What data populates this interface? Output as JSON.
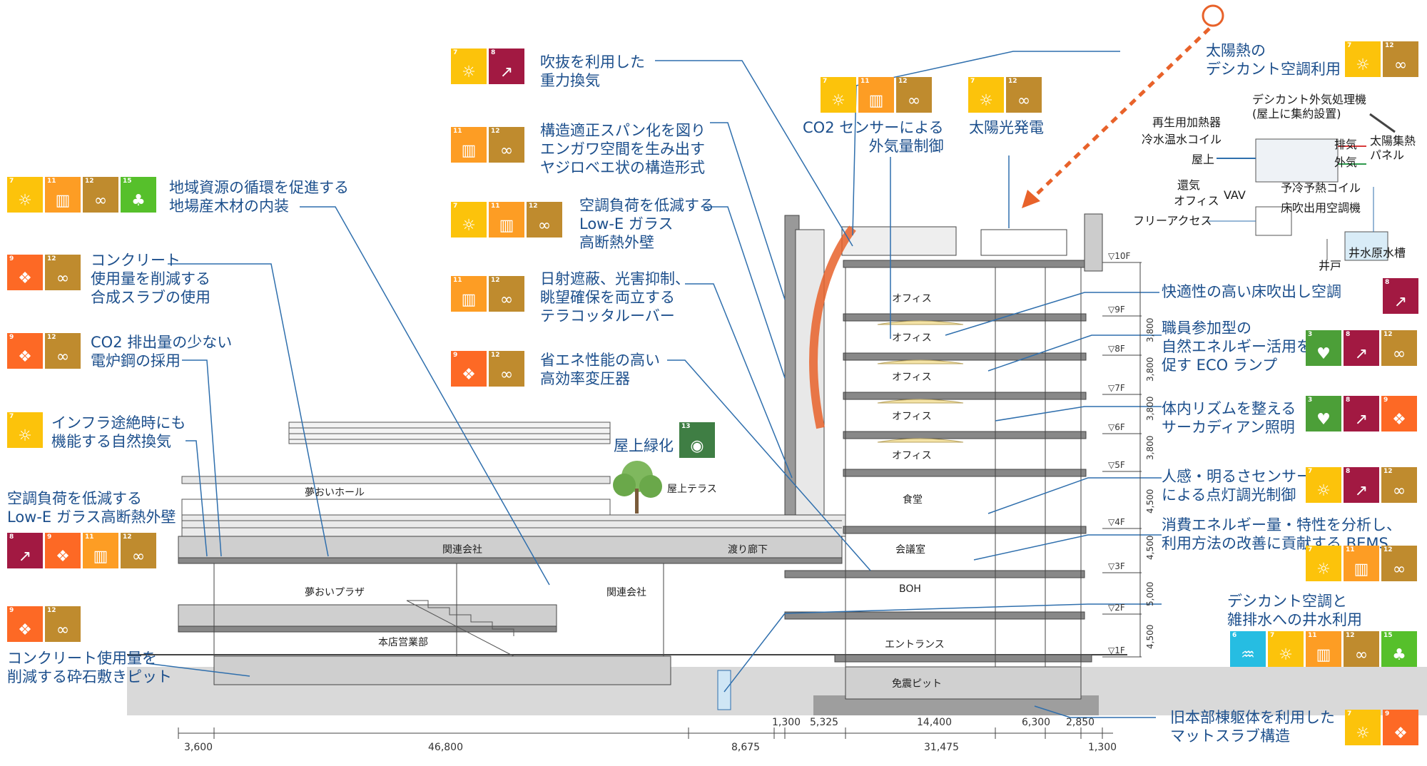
{
  "colors": {
    "sdg3": "#4c9f38",
    "sdg6": "#26bde2",
    "sdg7": "#fcc30b",
    "sdg8": "#a21942",
    "sdg9": "#fd6925",
    "sdg11": "#fd9d24",
    "sdg12": "#bf8b2e",
    "sdg13": "#3f7e44",
    "sdg15": "#56c02b",
    "label": "#1c4f8c",
    "leader": "#2f6fad",
    "orange_arrow": "#e8622a"
  },
  "labels": {
    "solar_desiccant": [
      "太陽熱の",
      "デシカント空調利用"
    ],
    "atrium": [
      "吹抜を利用した",
      "重力換気"
    ],
    "structure_span": [
      "構造適正スパン化を図り",
      "エンガワ空間を生み出す",
      "ヤジロベエ状の構造形式"
    ],
    "lowe_office": [
      "空調負荷を低減する",
      "Low-E ガラス",
      "高断熱外壁"
    ],
    "terracotta": [
      "日射遮蔽、光害抑制、",
      "眺望確保を両立する",
      "テラコッタルーバー"
    ],
    "transformer": [
      "省エネ性能の高い",
      "高効率変圧器"
    ],
    "co2_sensor": [
      "CO2 センサーによる",
      "外気量制御"
    ],
    "pv": [
      "太陽光発電"
    ],
    "local_wood": [
      "地域資源の循環を促進する",
      "地場産木材の内装"
    ],
    "slab": [
      "コンクリート",
      "使用量を削減する",
      "合成スラブの使用"
    ],
    "steel": [
      "CO2 排出量の少ない",
      "電炉鋼の採用"
    ],
    "natural_vent": [
      "インフラ途絶時にも",
      "機能する自然換気"
    ],
    "lowe_west": [
      "空調負荷を低減する",
      "Low-E ガラス高断熱外壁"
    ],
    "gravel_pit": [
      "コンクリート使用量を",
      "削減する砕石敷きピット"
    ],
    "roof_green": [
      "屋上緑化"
    ],
    "floor_ac": [
      "快適性の高い床吹出し空調"
    ],
    "eco_lamp": [
      "職員参加型の",
      "自然エネルギー活用を",
      "促す ECO ランプ"
    ],
    "circadian": [
      "体内リズムを整える",
      "サーカディアン照明"
    ],
    "sensor_light": [
      "人感・明るさセンサー",
      "による点灯調光制御"
    ],
    "bems": [
      "消費エネルギー量・特性を分析し、",
      "利用方法の改善に貢献する BEMS"
    ],
    "desiccant_well": [
      "デシカント空調と",
      "雑排水への井水利用"
    ],
    "matslab": [
      "旧本部棟躯体を利用した",
      "マットスラブ構造"
    ]
  },
  "sdg": {
    "solar_desiccant": [
      [
        "7",
        "sdg7",
        "☼"
      ],
      [
        "12",
        "sdg12",
        "∞"
      ]
    ],
    "atrium": [
      [
        "7",
        "sdg7",
        "☼"
      ],
      [
        "8",
        "sdg8",
        "↗"
      ]
    ],
    "co2_sensor": [
      [
        "7",
        "sdg7",
        "☼"
      ],
      [
        "11",
        "sdg11",
        "▥"
      ],
      [
        "12",
        "sdg12",
        "∞"
      ]
    ],
    "pv": [
      [
        "7",
        "sdg7",
        "☼"
      ],
      [
        "12",
        "sdg12",
        "∞"
      ]
    ],
    "structure_span": [
      [
        "11",
        "sdg11",
        "▥"
      ],
      [
        "12",
        "sdg12",
        "∞"
      ]
    ],
    "lowe_office": [
      [
        "7",
        "sdg7",
        "☼"
      ],
      [
        "11",
        "sdg11",
        "▥"
      ],
      [
        "12",
        "sdg12",
        "∞"
      ]
    ],
    "terracotta": [
      [
        "11",
        "sdg11",
        "▥"
      ],
      [
        "12",
        "sdg12",
        "∞"
      ]
    ],
    "transformer": [
      [
        "9",
        "sdg9",
        "❖"
      ],
      [
        "12",
        "sdg12",
        "∞"
      ]
    ],
    "local_wood": [
      [
        "7",
        "sdg7",
        "☼"
      ],
      [
        "11",
        "sdg11",
        "▥"
      ],
      [
        "12",
        "sdg12",
        "∞"
      ],
      [
        "15",
        "sdg15",
        "♣"
      ]
    ],
    "slab": [
      [
        "9",
        "sdg9",
        "❖"
      ],
      [
        "12",
        "sdg12",
        "∞"
      ]
    ],
    "steel": [
      [
        "9",
        "sdg9",
        "❖"
      ],
      [
        "12",
        "sdg12",
        "∞"
      ]
    ],
    "natural_vent": [
      [
        "7",
        "sdg7",
        "☼"
      ]
    ],
    "lowe_west": [
      [
        "8",
        "sdg8",
        "↗"
      ],
      [
        "9",
        "sdg9",
        "❖"
      ],
      [
        "11",
        "sdg11",
        "▥"
      ],
      [
        "12",
        "sdg12",
        "∞"
      ]
    ],
    "gravel_pit": [
      [
        "9",
        "sdg9",
        "❖"
      ],
      [
        "12",
        "sdg12",
        "∞"
      ]
    ],
    "roof_green": [
      [
        "13",
        "sdg13",
        "◉"
      ]
    ],
    "floor_ac": [
      [
        "8",
        "sdg8",
        "↗"
      ]
    ],
    "eco_lamp": [
      [
        "3",
        "sdg3",
        "♥"
      ],
      [
        "8",
        "sdg8",
        "↗"
      ],
      [
        "12",
        "sdg12",
        "∞"
      ]
    ],
    "circadian": [
      [
        "3",
        "sdg3",
        "♥"
      ],
      [
        "8",
        "sdg8",
        "↗"
      ],
      [
        "9",
        "sdg9",
        "❖"
      ]
    ],
    "sensor_light": [
      [
        "7",
        "sdg7",
        "☼"
      ],
      [
        "8",
        "sdg8",
        "↗"
      ],
      [
        "12",
        "sdg12",
        "∞"
      ]
    ],
    "bems": [
      [
        "7",
        "sdg7",
        "☼"
      ],
      [
        "11",
        "sdg11",
        "▥"
      ],
      [
        "12",
        "sdg12",
        "∞"
      ]
    ],
    "desiccant_well": [
      [
        "6",
        "sdg6",
        "♒"
      ],
      [
        "7",
        "sdg7",
        "☼"
      ],
      [
        "11",
        "sdg11",
        "▥"
      ],
      [
        "12",
        "sdg12",
        "∞"
      ],
      [
        "15",
        "sdg15",
        "♣"
      ]
    ],
    "matslab": [
      [
        "7",
        "sdg7",
        "☼"
      ],
      [
        "9",
        "sdg9",
        "❖"
      ]
    ]
  },
  "rooms": {
    "hall": "夢おいホール",
    "terrace": "屋上テラス",
    "kanren1": "関連会社",
    "corridor": "渡り廊下",
    "plaza": "夢おいプラザ",
    "kanren2": "関連会社",
    "branch": "本店営業部",
    "office10": "オフィス",
    "office9": "オフィス",
    "office8": "オフィス",
    "office7": "オフィス",
    "office6": "オフィス",
    "cafeteria": "食堂",
    "meeting": "会議室",
    "boh": "BOH",
    "entrance": "エントランス",
    "seismic_pit": "免震ピット"
  },
  "floors": [
    "▽10F",
    "▽9F",
    "▽8F",
    "▽7F",
    "▽6F",
    "▽5F",
    "▽4F",
    "▽3F",
    "▽2F",
    "▽1F"
  ],
  "floor_dims": [
    "3,800",
    "3,800",
    "3,800",
    "3,800",
    "4,500",
    "4,500",
    "5,000",
    "4,500"
  ],
  "dims_bottom": [
    "3,600",
    "46,800",
    "8,675",
    "1,300",
    "5,325",
    "14,400",
    "6,300",
    "2,850"
  ],
  "dims_total": [
    "31,475",
    "1,300"
  ],
  "diagram": {
    "title": [
      "デシカント外気処理機",
      "(屋上に集約設置)"
    ],
    "reheat": "再生用加熱器",
    "cwc": "冷水温水コイル",
    "roof": "屋上",
    "exhaust": "排気",
    "outside": "外気",
    "solar": [
      "太陽集熱",
      "パネル"
    ],
    "return": "還気",
    "office": "オフィス",
    "vav": "VAV",
    "precool": "予冷予熱コイル",
    "free_access": "フリーアクセス",
    "floor_ac": "床吹出用空調機",
    "well": "井戸",
    "tank": "井水原水槽"
  }
}
